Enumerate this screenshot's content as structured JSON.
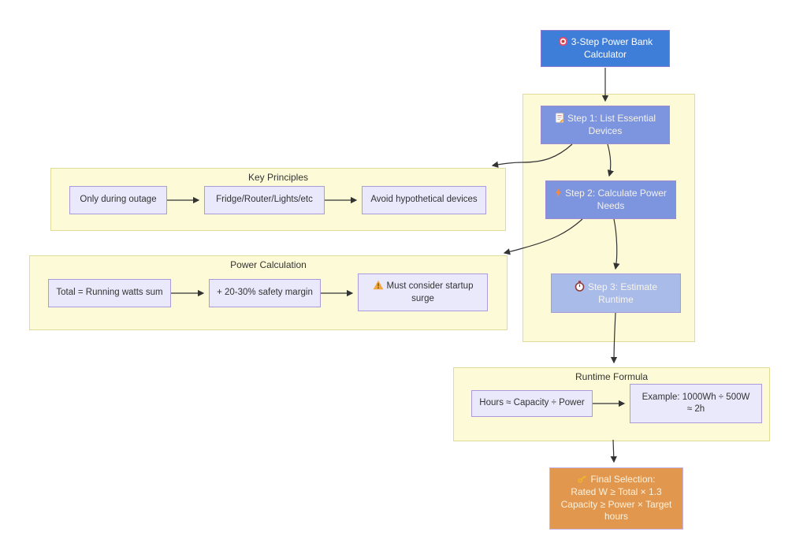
{
  "diagram": {
    "root": {
      "icon": "target-icon",
      "label": "3-Step Power Bank Calculator"
    },
    "steps": [
      {
        "icon": "memo-icon",
        "label": "Step 1: List Essential Devices"
      },
      {
        "icon": "lightning-icon",
        "label": "Step 2: Calculate Power Needs"
      },
      {
        "icon": "stopwatch-icon",
        "label": "Step 3: Estimate Runtime"
      }
    ],
    "key_principles": {
      "title": "Key Principles",
      "nodes": [
        {
          "label": "Only during outage"
        },
        {
          "label": "Fridge/Router/Lights/etc"
        },
        {
          "label": "Avoid hypothetical devices"
        }
      ]
    },
    "power_calculation": {
      "title": "Power Calculation",
      "nodes": [
        {
          "label": "Total = Running watts sum"
        },
        {
          "label": "+ 20-30% safety margin"
        },
        {
          "icon": "warning-icon",
          "label": "Must consider startup surge"
        }
      ]
    },
    "runtime_formula": {
      "title": "Runtime Formula",
      "nodes": [
        {
          "label": "Hours ≈ Capacity ÷ Power"
        },
        {
          "label": "Example: 1000Wh ÷ 500W\n≈ 2h"
        }
      ]
    },
    "final": {
      "icon": "key-icon",
      "label": "Final Selection:\nRated W ≥ Total × 1.3\nCapacity ≥ Power × Target hours"
    },
    "colors": {
      "root_fill": "#3f7ed8",
      "step_fill": "#7d95df",
      "step3_fill": "#a9bbe9",
      "container_fill": "#fdfbd7",
      "container_border": "#dedc96",
      "node_fill": "#eae9fc",
      "node_border": "#aa9cdc",
      "final_fill": "#e2974f",
      "purple_border": "#9b8ad0",
      "arrow": "#333333"
    }
  }
}
